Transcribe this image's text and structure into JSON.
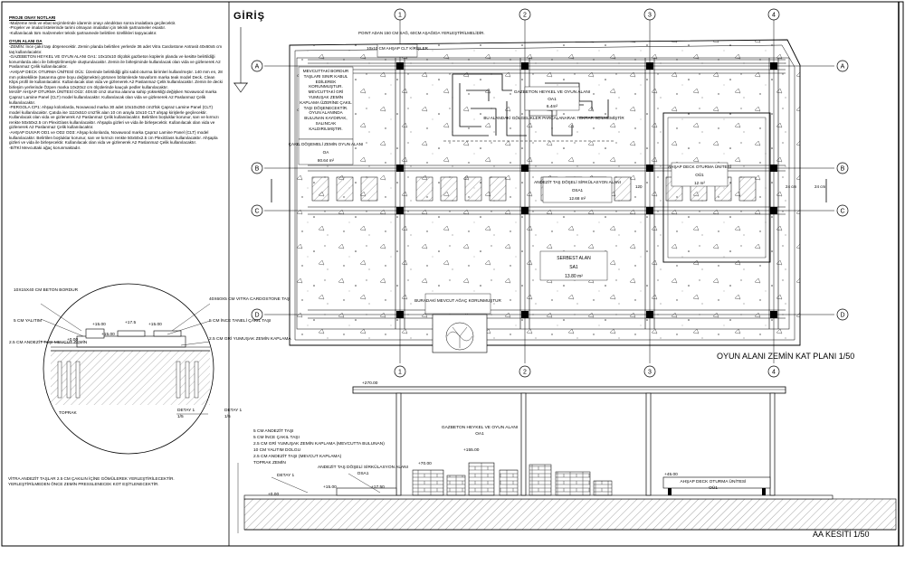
{
  "sheet": {
    "entrance_label": "GİRİŞ",
    "plan_title": "OYUN ALANI ZEMİN KAT PLANI 1/50",
    "section_title": "AA KESİTİ 1/50"
  },
  "grid": {
    "columns": [
      "1",
      "2",
      "3",
      "4"
    ],
    "rows": [
      "A",
      "B",
      "C",
      "D"
    ]
  },
  "notes": {
    "heading": "PROJE ONAY NOTLARI",
    "general": [
      "-Malzeme renk ve ebat seçimlerinde idarenin onayı alındıktan sonra imalatlara geçilecektir.",
      "-Projeler ve imalat listelerinde tarimi olmayan imalatlar için teknik şartnameler esastır.",
      "-Kullanılacak tüm malzemeler teknik şartnamede belirtilen özellikleri taşıyacaktır."
    ],
    "area_heading": "OYUN ALANI OA",
    "area_items": [
      "-ZEMİN: İnce çakıl taşı döşenecektir. Zemin planda belirtilen yerlerde 36 adet Vitra Cardostone Antrasit 40x60x5 cm taş kullanılacaktır.",
      "-GAZEBETON HEYKEL VE OYUN ALANI OA1: 10x10x10 ölçülük gazbeton küplerin planda ve kesitte belirtildiği konumlarda akıcı ile birleştirilmesiyle oluşturulacaktır. Zemin ile birleşiminde kullanılacak olan vida ve gizlenerek A2 Paslanmaz Çelik kullanılacaktır.",
      "-AHŞAP DECK OTURMA ÜNİTESİ OÜ1: Üzerinde belirtildiği gibi sabit oturma birimleri kullanılmıştır. 140 mm en, 28 mm yükseklikte (tasarıma göre boyu değişmekte) görünen bölümlerde Novaform marka teak model Deck. Clean Klips profil ile kullanılacaktır. Kullanılacak olan vida ve gizlenerek A2 Paslanmaz Çelik kullanılacaktır. Zemin ile decki birleşim yerlerinde Özpen marka 10x20x2 cm ölçülerinde kauçuk pedler kullanılacaktır.",
      "MASİF AHŞAP OTURMA ÜNİTESİ OÜ2: 40X40 cm2 oturma alanına sahip yüksekliği değişken Novawood marka Çapraz Lamine Panel (CLT) model kullanılacaktır. Kullanılacak olan vida ve gizlenerek A2 Paslanmaz Çelik kullanılacaktır.",
      "-PERGOLA CP1: Ahşap kolonlarda, Novawood marka 30 adet 10x10x250 cm3'lük Çapraz Lamine Panel (CLT) model kullanılacaktır. Çatıda ise 1110x510 cm2'lik alan 10 cm arayla 10x10 CLT ahşap kirişlerle geçilecektir. Kullanılacak olan vida ve gizlenerek A2 Paslanmaz Çelik kullanılacaktır. Belirtilen boşluklar korunur, sarı ve kırmızı renkte 50x50x2.5 cm PlexiGlass kullanılacaktır. Ahşapla gizleri ve vida ile birleşecektir. Kullanılacak olan vida ve gizlenerek A2 Paslanmaz Çelik kullanılacaktır.",
      "-AHŞAP DUVAR OD1 ve OD2 OD3: Ahşap kolonlarda, Novawood marka Çapraz Lamine Panel (CLT) model kullanılacaktır. Belirtilen boşluklar korunur, sarı ve kırmızı renkte 50x50x2.5 cm PlexiGlass kullanılacaktır. Ahşapla gizleri ve vida ile birleşecektir. Kullanılacak olan vida ve gizlenerek A2 Paslanmaz Çelik kullanılacaktır.",
      "-BİTKİ Mevcuttaki ağaç korunmaktadır."
    ]
  },
  "plan_labels": {
    "top_edge": "POINT ADAN 150 CM SAĞ, 60CM AŞAĞIDA YERLEŞTİRİLMELİDİR.",
    "clt": "10x10 CM AHŞAP CLT KİRİŞLER",
    "mevcut_border": "MEVCUTTAKİ BORDUR TAŞLARI SINIR KABUL EDİLEREK KORUNMUŞTUR. MEVCUTTAKİ GRİ YUMUŞAK ZEMİN KAPLAMA ÜZERİNE ÇAKIL TAŞI DÖŞENECEKTİR. OYUN ALANINDA BULUNAN KAYDIRAK, SALINCAK KALDIRILMIŞTIR.",
    "gazebeton_name": "GAZBETON HEYKEL VE OYUN ALANI",
    "gazebeton_code": "OA1",
    "gazebeton_area": "6.4m²",
    "sunshade": "BU ALANDAKİ GÖLGELİKLER PARÇALANARAK TEKRAR SEİLMEMİŞTİR",
    "gravel_name": "ÇAKIL DÖŞEMELİ ZEMİN OYUN ALANI",
    "gravel_code": "OA",
    "gravel_area": "80.64 m²",
    "deck_name": "AHŞAP DECK OTURMA ÜNİTESİ",
    "deck_code": "OÜ1",
    "deck_area": "12 m²",
    "andezit_name": "ANDEZİT TAŞ DÖŞELİ SİRKÜLASYON ALANI",
    "andezit_code": "OSA1",
    "andezit_area": "12.68 m²",
    "serbest_name": "SERBEST ALAN",
    "serbest_code": "SA1",
    "serbest_area": "13.80 m²",
    "tree_note": "BURADAKİ MEVCUT AĞAÇ KORUNMUŞTUR",
    "dim_a": "120",
    "dim_b": "24 cm",
    "dim_c": "24 cm"
  },
  "detail": {
    "label_1": "10X15X40 CM BETON BORDUR",
    "label_2": "5 CM YALITIM",
    "label_3": "2.5 CM ANDEZİT TAŞI MEVCUT ZEMİN",
    "label_4": "40X60X5 CM VITRA CARDOSTONE TAŞ",
    "label_5": "5 CM İNCE TANELİ ÇAKIL TAŞI",
    "label_6": "2.5 CM GRİ YUMUŞAK ZEMİN KAPLAMA",
    "lev_1": "+15.00",
    "lev_2": "+17.5",
    "lev_3": "+15.00",
    "lev_4": "+0.00",
    "lev_5": "+15.00",
    "toprak": "TOPRAK",
    "detail_name": "DETAY 1",
    "detail_scale": "1/5"
  },
  "section": {
    "layers": [
      "5 CM ANDEZİT TAŞI",
      "5 CM İNCE ÇAKIL TAŞI",
      "2.5 CM GRİ YUMUŞAK ZEMİN KAPLAMA (MEVCUTTA BULUNAN)",
      "10 CM YALITIM DOLGU",
      "2.5 CM ANDEZİT TAŞI (MEVCUT KAPLAMA)",
      "TOPRAK ZEMİN"
    ],
    "gazebeton_name": "GAZBETON HEYKEL VE OYUN ALANI",
    "gazebeton_code": "OA1",
    "andezit_name": "ANDEZİT TAŞ DÖŞELİ SİRKÜLASYON ALANI",
    "andezit_code": "OSA1",
    "deck_name": "AHŞAP DECK OTURMA ÜNİTESİ",
    "deck_code": "OÜ1",
    "lev_top": "+270.00",
    "lev_mid": "+155.00",
    "lev_70": "+70.00",
    "lev_45": "+45.00",
    "lev_15": "+15.00",
    "lev_0": "+0.00",
    "lev_175": "+17.50",
    "detail_ref": "DETAY 1"
  },
  "bottom_note": [
    "VİTRA ANDEZİT TAŞLAR 2.5 CM ÇAKILIN İÇİNE GÖMÜLEREK YERLEŞTİRİLECEKTİR.",
    "YERLEŞTİRİLMEDEN ÖNCE ZEMİN PRESSLENECEK KOT EŞİTLENECEKTİR."
  ]
}
